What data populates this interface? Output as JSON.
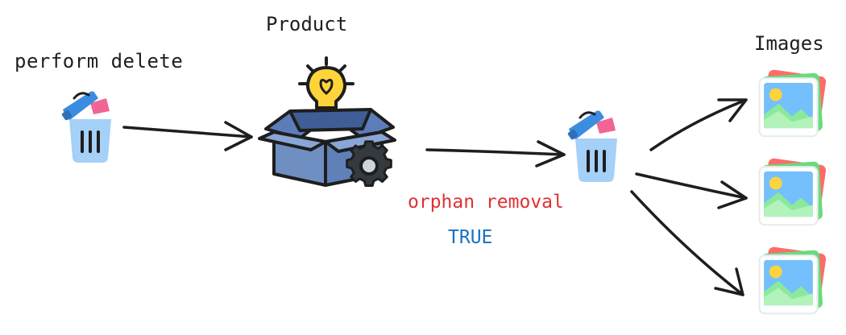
{
  "labels": {
    "perform_delete": "perform delete",
    "product": "Product",
    "images": "Images",
    "orphan_removal": "orphan removal",
    "orphan_value": "TRUE"
  },
  "icons": {
    "trash_left": "trash-icon",
    "product": "product-box-icon",
    "trash_middle": "trash-icon",
    "image": "image-icon"
  },
  "colors": {
    "orphan_removal": "#e03131",
    "orphan_value": "#1971c2",
    "stroke": "#1e1e1e",
    "trash_body": "#9ec9f5",
    "trash_lid": "#3b8de0",
    "box_fill": "#6f8fc3",
    "bulb": "#ffd43b"
  }
}
